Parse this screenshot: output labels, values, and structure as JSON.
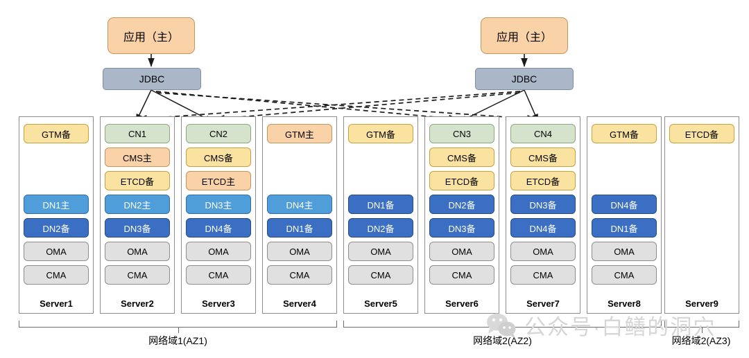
{
  "diagram": {
    "title": "Database cluster deployment topology across availability zones",
    "colors": {
      "app": "#fad2a8",
      "jdbc": "#aab7c9",
      "cn": "#d5e3cd",
      "primary_orange": "#fad2a8",
      "standby_yellow": "#fae3a0",
      "dn_primary_blue": "#4f9ed9",
      "dn_standby_blue": "#3a6fc4",
      "agent_gray": "#e0e0e0"
    }
  },
  "top": {
    "left_app": "应用（主）",
    "left_jdbc": "JDBC",
    "right_app": "应用（主）",
    "right_jdbc": "JDBC"
  },
  "zones": [
    {
      "id": "az1",
      "label": "网络域1(AZ1)",
      "servers": [
        {
          "name": "Server1",
          "slots": [
            {
              "label": "GTM备",
              "cls": "c-gtm-s"
            },
            {
              "label": "",
              "cls": "empty"
            },
            {
              "label": "",
              "cls": "empty"
            },
            {
              "label": "DN1主",
              "cls": "c-dn-m"
            },
            {
              "label": "DN2备",
              "cls": "c-dn-s"
            },
            {
              "label": "OMA",
              "cls": "c-om"
            },
            {
              "label": "CMA",
              "cls": "c-om"
            }
          ]
        },
        {
          "name": "Server2",
          "slots": [
            {
              "label": "CN1",
              "cls": "c-cn"
            },
            {
              "label": "CMS主",
              "cls": "c-cms-m"
            },
            {
              "label": "ETCD备",
              "cls": "c-etcd-s"
            },
            {
              "label": "DN2主",
              "cls": "c-dn-m"
            },
            {
              "label": "DN3备",
              "cls": "c-dn-s"
            },
            {
              "label": "OMA",
              "cls": "c-om"
            },
            {
              "label": "CMA",
              "cls": "c-om"
            }
          ]
        },
        {
          "name": "Server3",
          "slots": [
            {
              "label": "CN2",
              "cls": "c-cn"
            },
            {
              "label": "CMS备",
              "cls": "c-cms-s"
            },
            {
              "label": "ETCD主",
              "cls": "c-etcd-m"
            },
            {
              "label": "DN3主",
              "cls": "c-dn-m"
            },
            {
              "label": "DN4备",
              "cls": "c-dn-s"
            },
            {
              "label": "OMA",
              "cls": "c-om"
            },
            {
              "label": "CMA",
              "cls": "c-om"
            }
          ]
        },
        {
          "name": "Server4",
          "slots": [
            {
              "label": "GTM主",
              "cls": "c-gtm-m"
            },
            {
              "label": "",
              "cls": "empty"
            },
            {
              "label": "",
              "cls": "empty"
            },
            {
              "label": "DN4主",
              "cls": "c-dn-m"
            },
            {
              "label": "DN1备",
              "cls": "c-dn-s"
            },
            {
              "label": "OMA",
              "cls": "c-om"
            },
            {
              "label": "CMA",
              "cls": "c-om"
            }
          ]
        }
      ]
    },
    {
      "id": "az2",
      "label": "网络域2(AZ2)",
      "servers": [
        {
          "name": "Server5",
          "slots": [
            {
              "label": "GTM备",
              "cls": "c-gtm-s"
            },
            {
              "label": "",
              "cls": "empty"
            },
            {
              "label": "",
              "cls": "empty"
            },
            {
              "label": "DN1备",
              "cls": "c-dn-s"
            },
            {
              "label": "DN2备",
              "cls": "c-dn-s"
            },
            {
              "label": "OMA",
              "cls": "c-om"
            },
            {
              "label": "CMA",
              "cls": "c-om"
            }
          ]
        },
        {
          "name": "Server6",
          "slots": [
            {
              "label": "CN3",
              "cls": "c-cn"
            },
            {
              "label": "CMS备",
              "cls": "c-cms-s"
            },
            {
              "label": "ETCD备",
              "cls": "c-etcd-s"
            },
            {
              "label": "DN2备",
              "cls": "c-dn-s"
            },
            {
              "label": "DN3备",
              "cls": "c-dn-s"
            },
            {
              "label": "OMA",
              "cls": "c-om"
            },
            {
              "label": "CMA",
              "cls": "c-om"
            }
          ]
        },
        {
          "name": "Server7",
          "slots": [
            {
              "label": "CN4",
              "cls": "c-cn"
            },
            {
              "label": "CMS备",
              "cls": "c-cms-s"
            },
            {
              "label": "ETCD备",
              "cls": "c-etcd-s"
            },
            {
              "label": "DN3备",
              "cls": "c-dn-s"
            },
            {
              "label": "DN4备",
              "cls": "c-dn-s"
            },
            {
              "label": "OMA",
              "cls": "c-om"
            },
            {
              "label": "CMA",
              "cls": "c-om"
            }
          ]
        },
        {
          "name": "Server8",
          "slots": [
            {
              "label": "GTM备",
              "cls": "c-gtm-s"
            },
            {
              "label": "",
              "cls": "empty"
            },
            {
              "label": "",
              "cls": "empty"
            },
            {
              "label": "DN4备",
              "cls": "c-dn-s"
            },
            {
              "label": "DN1备",
              "cls": "c-dn-s"
            },
            {
              "label": "OMA",
              "cls": "c-om"
            },
            {
              "label": "CMA",
              "cls": "c-om"
            }
          ]
        }
      ]
    },
    {
      "id": "az3",
      "label": "网络域2(AZ3)",
      "servers": [
        {
          "name": "Server9",
          "slots": [
            {
              "label": "ETCD备",
              "cls": "c-etcd-s"
            },
            {
              "label": "",
              "cls": "empty"
            },
            {
              "label": "",
              "cls": "empty"
            },
            {
              "label": "",
              "cls": "empty"
            },
            {
              "label": "",
              "cls": "empty"
            },
            {
              "label": "",
              "cls": "empty"
            },
            {
              "label": "",
              "cls": "empty"
            }
          ]
        }
      ]
    }
  ],
  "watermark": {
    "text": "公众号·白鳝的洞穴",
    "icon": "wechat-icon"
  }
}
